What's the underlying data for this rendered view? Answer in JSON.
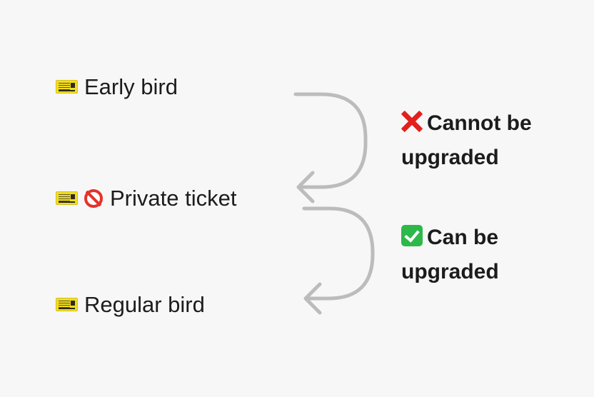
{
  "tiers": [
    {
      "label": "Early bird",
      "icon": "ticket-icon"
    },
    {
      "label": "Private ticket",
      "icon": "ticket-icon",
      "extra_icon": "no-entry-icon"
    },
    {
      "label": "Regular bird",
      "icon": "ticket-icon"
    }
  ],
  "notes": [
    {
      "line1": "Cannot be",
      "line2": "upgraded",
      "icon": "cross-icon",
      "color": "#e3201b"
    },
    {
      "line1": "Can be",
      "line2": "upgraded",
      "icon": "check-icon",
      "color": "#2db84a"
    }
  ],
  "colors": {
    "background": "#f7f7f7",
    "text": "#1c1c1e",
    "arrow": "#bcbcbc"
  }
}
